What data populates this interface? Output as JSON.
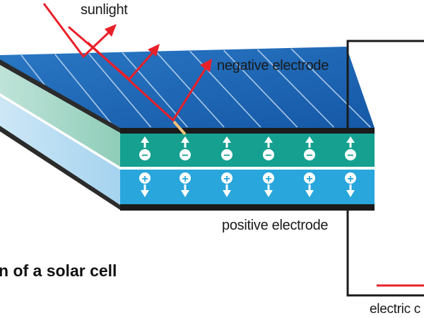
{
  "labels": {
    "sunlight": "sunlight",
    "negative_electrode": "negative electrode",
    "positive_electrode": "positive electrode",
    "electric_current": "electric c",
    "title": "n of a solar cell"
  },
  "charges": {
    "negative_symbol": "−",
    "positive_symbol": "+"
  },
  "colors": {
    "top_surface": "#1c63b3",
    "grid_lines": "#b9d4ee",
    "n_layer": "#15a08f",
    "p_layer": "#29a6dc",
    "electrode": "#1b1b1b",
    "sun_ray": "#e8202a",
    "photon_tip": "#f3c27a",
    "wire": "#1b1b1b",
    "current": "#e8202a"
  }
}
